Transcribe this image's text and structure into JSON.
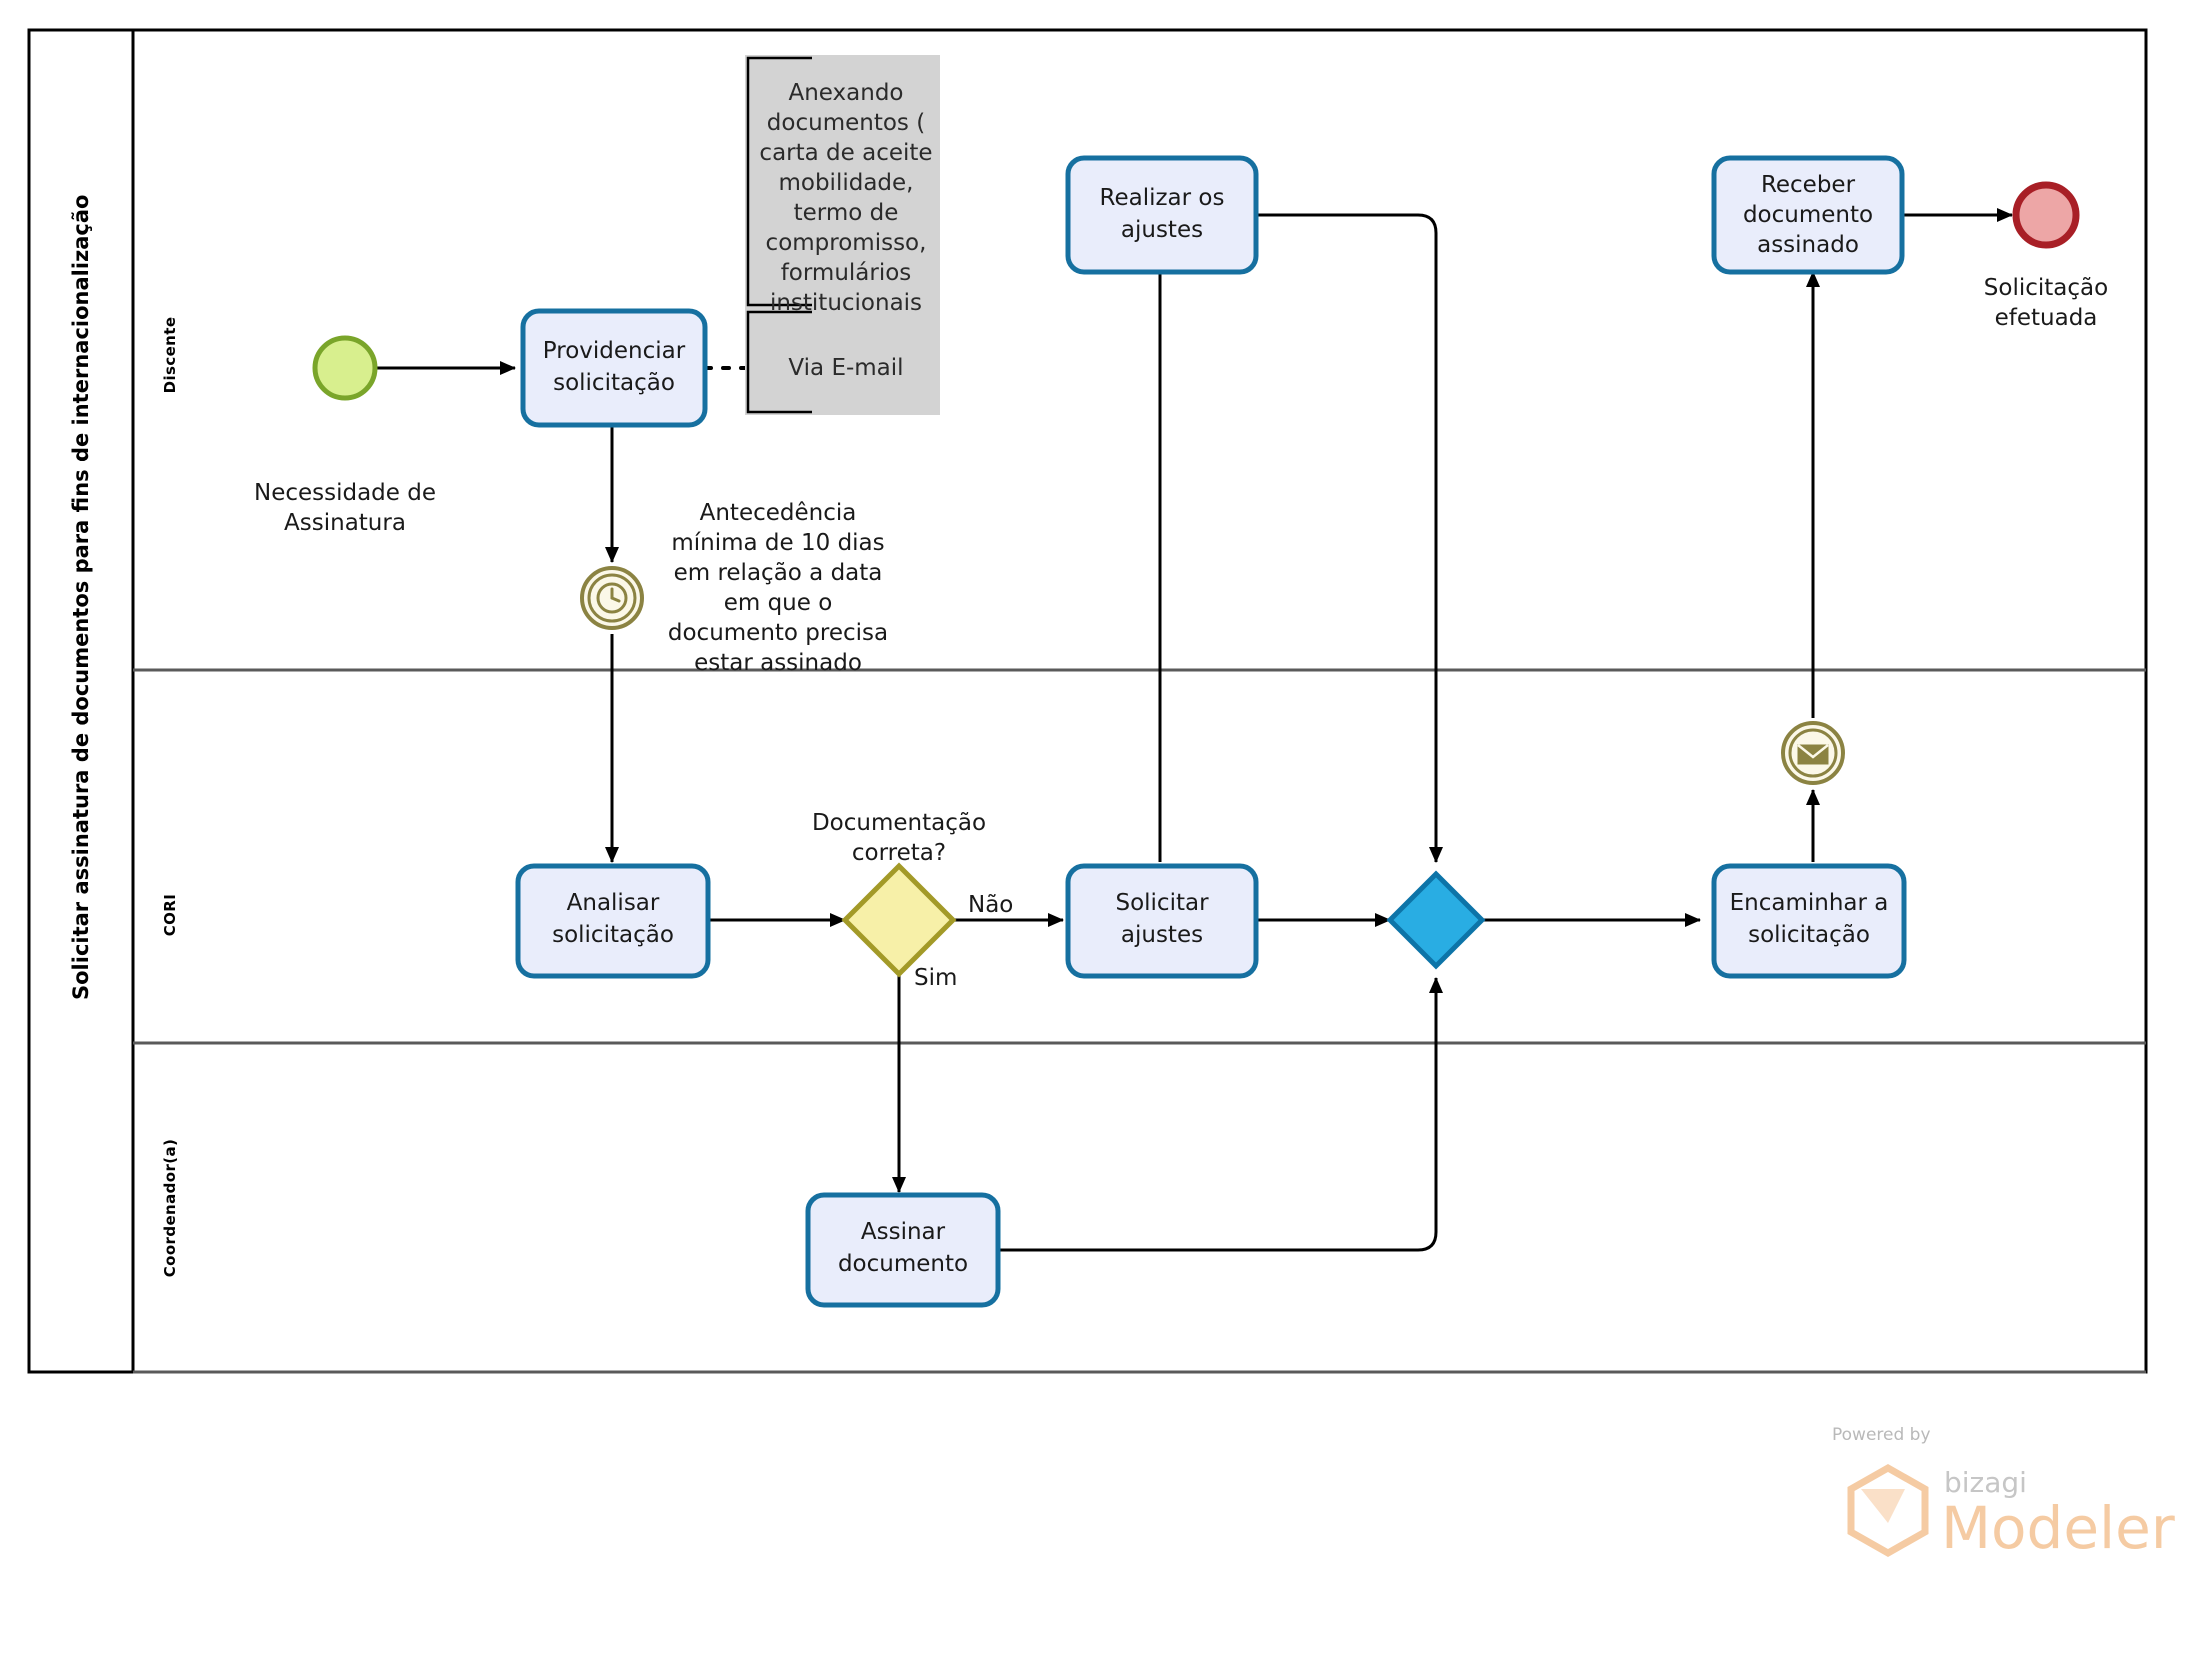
{
  "pool": {
    "title": "Solicitar assinatura de documentos para fins de internacionalização"
  },
  "lanes": [
    {
      "id": "discente",
      "label": "Discente"
    },
    {
      "id": "cori",
      "label": "CORI"
    },
    {
      "id": "coordenador",
      "label": "Coordenador(a)"
    }
  ],
  "events": {
    "start": {
      "label": "Necessidade de Assinatura",
      "line1": "Necessidade de",
      "line2": "Assinatura",
      "type": "start-event",
      "fill": "#d8ef8e",
      "stroke": "#7aa52a"
    },
    "timer": {
      "type": "timer-intermediate-event",
      "fill": "#fbf8e8",
      "stroke": "#8b8342",
      "label": "Antecedência mínima de 10 dias em relação a data em que o documento precisa estar assinado",
      "lines": [
        "Antecedência",
        "mínima de 10 dias",
        "em relação a data",
        "em que o",
        "documento precisa",
        "estar assinado"
      ]
    },
    "message": {
      "type": "message-intermediate-event",
      "fill": "#fbf8e8",
      "stroke": "#8b8342"
    },
    "end": {
      "label": "Solicitação efetuada",
      "line1": "Solicitação",
      "line2": "efetuada",
      "type": "end-event",
      "fill": "#eda6a6",
      "stroke": "#a81f26"
    }
  },
  "tasks": [
    {
      "id": "providenciar-solicitacao",
      "lines": [
        "Providenciar",
        "solicitação"
      ],
      "label": "Providenciar solicitação"
    },
    {
      "id": "realizar-os-ajustes",
      "lines": [
        "Realizar os",
        "ajustes"
      ],
      "label": "Realizar os ajustes"
    },
    {
      "id": "receber-documento-assinado",
      "lines": [
        "Receber",
        "documento",
        "assinado"
      ],
      "label": "Receber documento assinado"
    },
    {
      "id": "analisar-solicitacao",
      "lines": [
        "Analisar",
        "solicitação"
      ],
      "label": "Analisar solicitação"
    },
    {
      "id": "solicitar-ajustes",
      "lines": [
        "Solicitar",
        "ajustes"
      ],
      "label": "Solicitar ajustes"
    },
    {
      "id": "encaminhar-a-solicitacao",
      "lines": [
        "Encaminhar a",
        "solicitação"
      ],
      "label": "Encaminhar a solicitação"
    },
    {
      "id": "assinar-documento",
      "lines": [
        "Assinar",
        "documento"
      ],
      "label": "Assinar documento"
    }
  ],
  "gateways": [
    {
      "id": "documentacao-correta",
      "type": "exclusive-gateway",
      "lines": [
        "Documentação",
        "correta?"
      ],
      "label": "Documentação correta?",
      "fill": "#f7f0a8",
      "stroke": "#a39a28"
    },
    {
      "id": "merge-gateway",
      "type": "parallel-gateway",
      "label": "",
      "fill": "#29ade3",
      "stroke": "#0d74a8"
    }
  ],
  "flow_labels": {
    "nao": "Não",
    "sim": "Sim"
  },
  "annotations": [
    {
      "id": "anexando-documentos",
      "lines": [
        "Anexando",
        "documentos (",
        "carta de aceite",
        "mobilidade,",
        "termo de",
        "compromisso,",
        "formulários",
        "institucionais"
      ],
      "label": "Anexando documentos ( carta de aceite mobilidade, termo de compromisso, formulários institucionais"
    },
    {
      "id": "via-email",
      "lines": [
        "Via E-mail"
      ],
      "label": "Via E-mail"
    }
  ],
  "colors": {
    "task_fill": "#e9edfb",
    "task_stroke": "#1670a0",
    "pool_border": "#000000",
    "lane_border": "#5a5a5a",
    "annotation_fill": "#d3d3d3",
    "flow_stroke": "#000000"
  },
  "logo": {
    "powered_by": "Powered by",
    "bizagi": "bizagi",
    "modeler": "Modeler",
    "accent": "#f5cba3"
  }
}
